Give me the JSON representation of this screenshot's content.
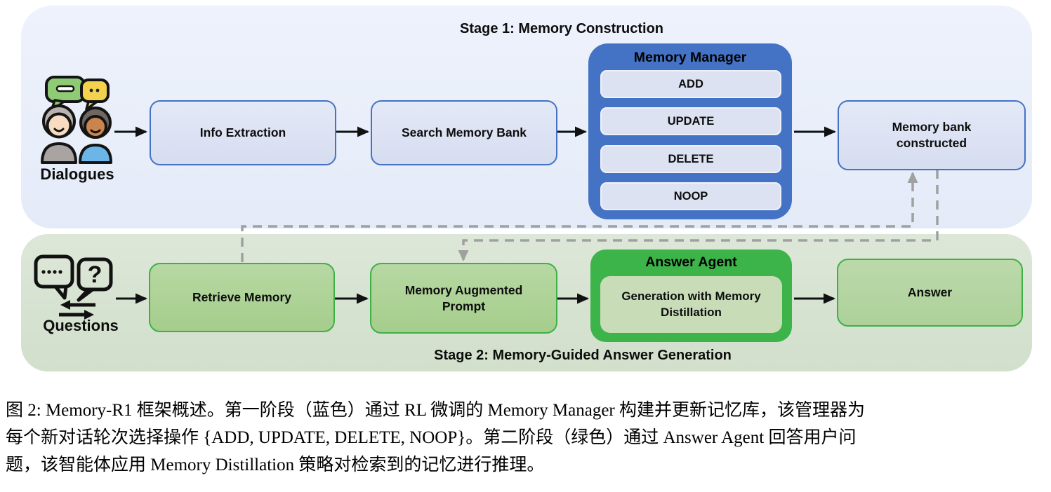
{
  "figure": {
    "stage1": {
      "title": "Stage 1: Memory Construction",
      "input_label": "Dialogues",
      "boxes": {
        "info_extraction": "Info Extraction",
        "search_memory_bank": "Search Memory Bank",
        "memory_bank_constructed": "Memory bank\nconstructed"
      },
      "memory_manager": {
        "title": "Memory Manager",
        "actions": [
          "ADD",
          "UPDATE",
          "DELETE",
          "NOOP"
        ]
      }
    },
    "stage2": {
      "title": "Stage 2: Memory-Guided Answer Generation",
      "input_label": "Questions",
      "boxes": {
        "retrieve_memory": "Retrieve Memory",
        "memory_augmented_prompt": "Memory Augmented\nPrompt",
        "answer": "Answer"
      },
      "answer_agent": {
        "title": "Answer Agent",
        "inner": "Generation with Memory\nDistillation"
      }
    },
    "icons": {
      "dialogues": "two-people-chat-bubbles-icon",
      "questions": "question-speech-bubbles-icon",
      "question_mark": "?"
    }
  },
  "caption": {
    "lines": [
      "图 2: Memory-R1 框架概述。第一阶段（蓝色）通过 RL 微调的 Memory Manager 构建并更新记忆库，该管理器为",
      "每个新对话轮次选择操作 {ADD, UPDATE, DELETE, NOOP}。第二阶段（绿色）通过 Answer Agent 回答用户问",
      "题，该智能体应用 Memory Distillation 策略对检索到的记忆进行推理。"
    ]
  },
  "colors": {
    "stage1-bg-top": "#eef2fc",
    "stage1-bg-bot": "#e4ebf8",
    "stage2-bg-top": "#dde7d8",
    "stage2-bg-bot": "#d1dfcb",
    "blue": "#4472c4",
    "agent-green": "#3cb44a",
    "green-border": "#3eb048",
    "gray": "#a0a0a0"
  }
}
